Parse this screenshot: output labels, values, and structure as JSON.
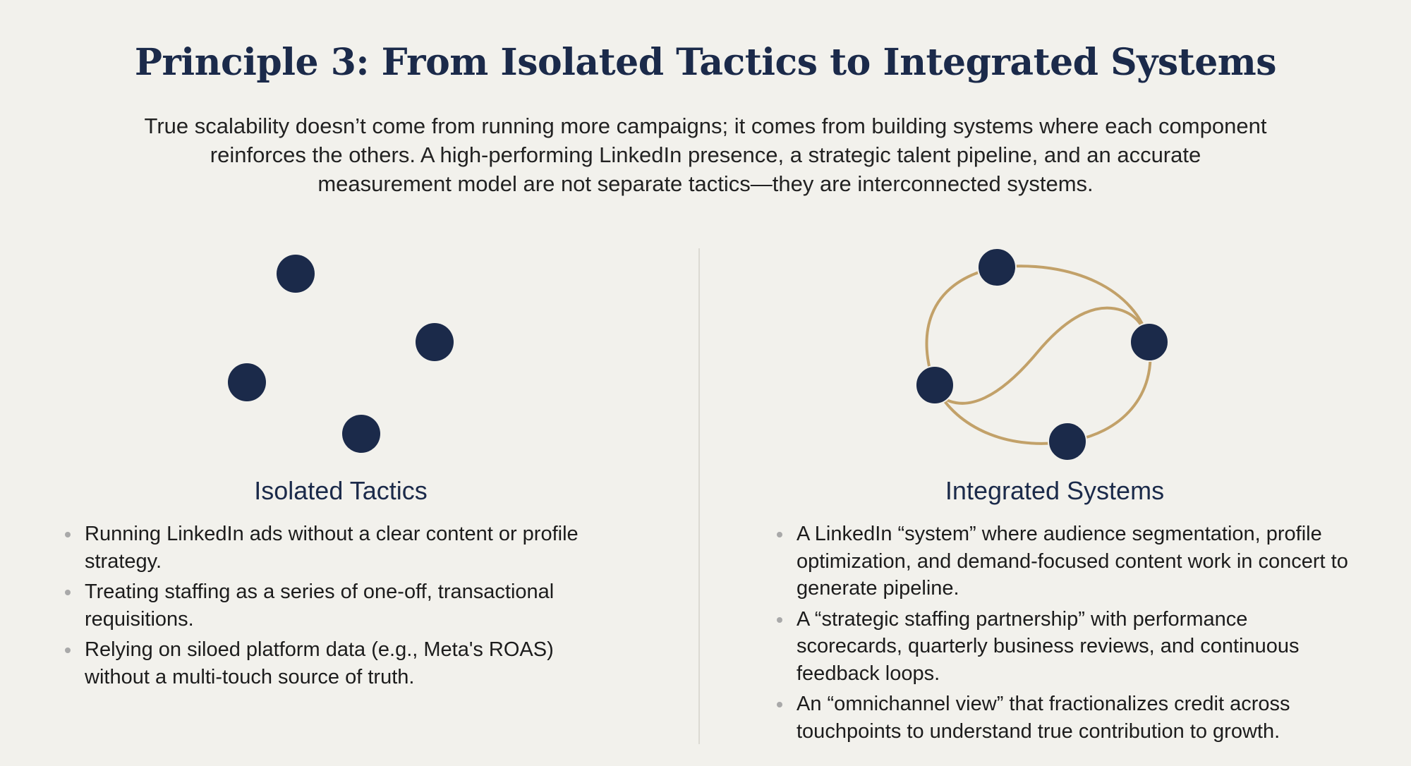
{
  "title": "Principle 3: From Isolated Tactics to Integrated Systems",
  "intro": "True scalability doesn’t come from running more campaigns; it comes from building systems where each component reinforces the others. A high-performing LinkedIn presence, a strategic talent pipeline, and an accurate measurement model are not separate tactics—they are interconnected systems.",
  "colors": {
    "navy": "#1b2a4a",
    "gold": "#c2a169",
    "background": "#f2f1ec"
  },
  "left": {
    "heading": "Isolated Tactics",
    "bullets": [
      "Running LinkedIn ads without a clear content or profile strategy.",
      "Treating staffing as a series of one-off, transactional requisitions.",
      "Relying on siloed platform data (e.g., Meta's ROAS) without a multi-touch source of truth."
    ]
  },
  "right": {
    "heading": "Integrated Systems",
    "bullets": [
      "A LinkedIn “system” where audience segmentation, profile optimization, and demand-focused content work in concert to generate pipeline.",
      "A “strategic staffing partnership” with performance scorecards, quarterly business reviews, and continuous feedback loops.",
      "An “omnichannel view” that fractionalizes credit across touchpoints to understand true contribution to growth."
    ]
  }
}
